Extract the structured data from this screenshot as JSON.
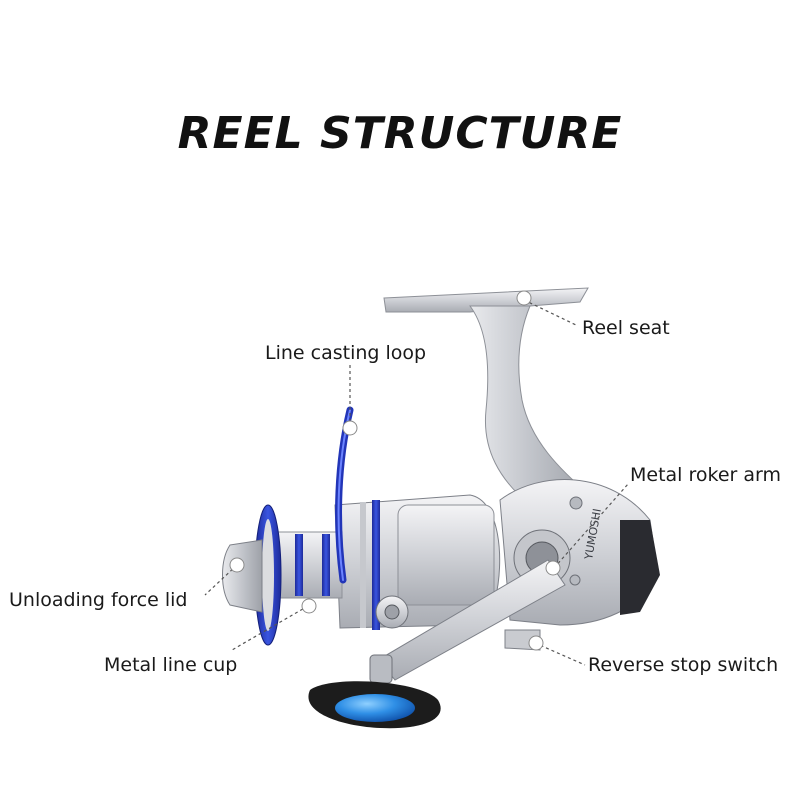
{
  "title": "REEL STRUCTURE",
  "labels": {
    "reel_seat": "Reel seat",
    "line_casting_loop": "Line casting loop",
    "metal_roker_arm": "Metal roker arm",
    "unloading_force_lid": "Unloading force lid",
    "metal_line_cup": "Metal line cup",
    "reverse_stop_switch": "Reverse stop switch"
  },
  "body_text": "YUMOSHI",
  "colors": {
    "silver": "#d9dadd",
    "blue": "#2a3fc0",
    "knob": "#1c1c1c",
    "knob_cap": "#2f8fe6"
  }
}
